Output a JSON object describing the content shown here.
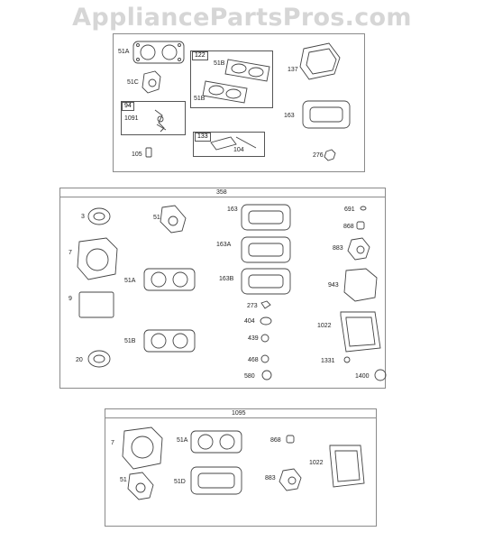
{
  "watermark": "AppliancePartsPros.com",
  "top_group": {
    "subgroup_122": "122",
    "subgroup_94": "94",
    "subgroup_133": "133",
    "labels": {
      "p51a": "51A",
      "p51c": "51C",
      "p51b_1": "51B",
      "p51b_2": "51B",
      "p137": "137",
      "p1091": "1091",
      "p163": "163",
      "p105": "105",
      "p104": "104",
      "p276": "276"
    }
  },
  "mid_group": {
    "header": "358",
    "labels": {
      "p3": "3",
      "p51": "51",
      "p163": "163",
      "p691": "691",
      "p868": "868",
      "p7": "7",
      "p163a": "163A",
      "p883": "883",
      "p51a": "51A",
      "p163b": "163B",
      "p943": "943",
      "p9": "9",
      "p273": "273",
      "p404": "404",
      "p1022": "1022",
      "p51b": "51B",
      "p439": "439",
      "p20": "20",
      "p468": "468",
      "p1331": "1331",
      "p580": "580",
      "p1400": "1400"
    }
  },
  "bot_group": {
    "header": "1095",
    "labels": {
      "p7": "7",
      "p51a": "51A",
      "p868": "868",
      "p1022": "1022",
      "p51": "51",
      "p51d": "51D",
      "p883": "883"
    }
  }
}
